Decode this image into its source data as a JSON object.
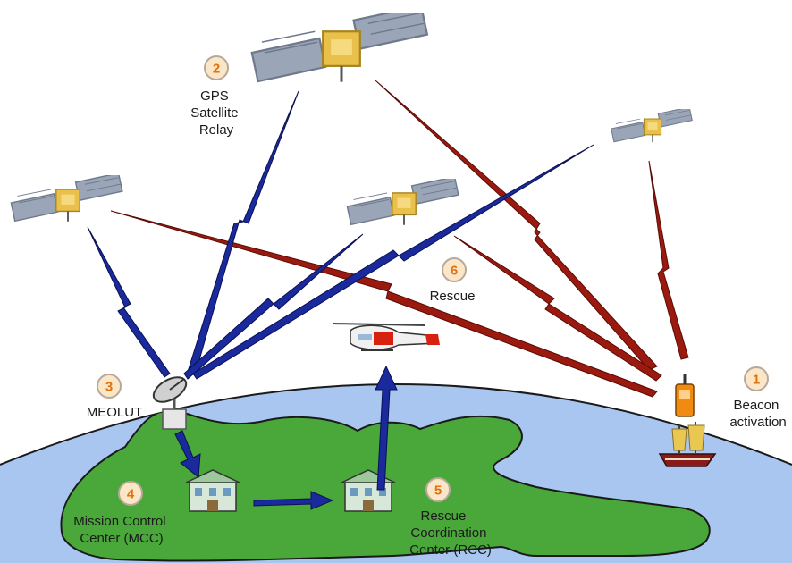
{
  "steps": [
    {
      "number": "1",
      "lines": [
        "Beacon",
        "activation"
      ]
    },
    {
      "number": "2",
      "lines": [
        "GPS",
        "Satellite",
        "Relay"
      ]
    },
    {
      "number": "3",
      "lines": [
        "MEOLUT"
      ]
    },
    {
      "number": "4",
      "lines": [
        "Mission Control",
        "Center (MCC)"
      ]
    },
    {
      "number": "5",
      "lines": [
        "Rescue",
        "Coordination",
        "Center (RCC)"
      ]
    },
    {
      "number": "6",
      "lines": [
        "Rescue"
      ]
    }
  ],
  "colors": {
    "downlink_blue": "#1a2a9c",
    "uplink_red": "#9a1a10",
    "land_green": "#4aa83a",
    "ocean_blue": "#a8c6f0",
    "badge_number": "#e0720e"
  }
}
